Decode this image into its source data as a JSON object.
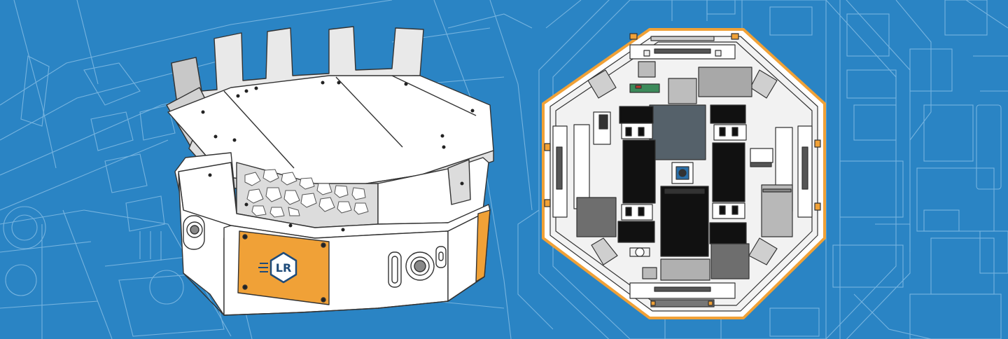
{
  "logo": {
    "text": "LR"
  },
  "colors": {
    "background": "#2a84c4",
    "blueprint_line": "#8fc3e8",
    "accent_orange": "#f0a137",
    "chassis_white": "#ffffff",
    "panel_gray": "#d9d9d9",
    "component_black": "#111111",
    "component_dark_gray": "#55616a",
    "component_mid_gray": "#6e6e6e"
  },
  "icons": [
    "robot-chassis-3d",
    "robot-chassis-top-view",
    "lr-logo"
  ]
}
